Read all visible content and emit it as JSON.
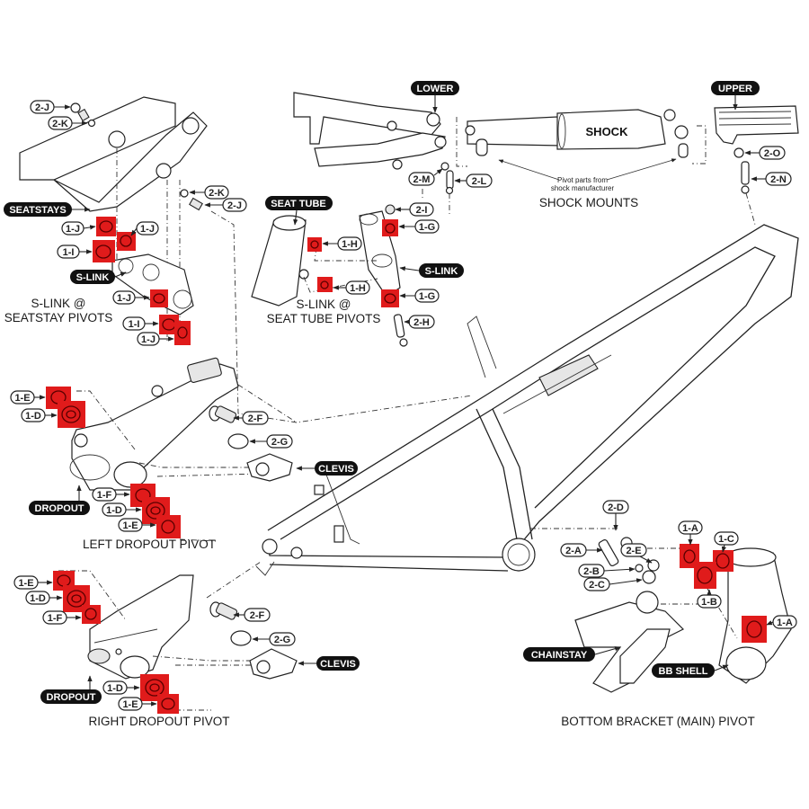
{
  "diagram": {
    "type": "exploded-parts-diagram",
    "subject": "Full-suspension bicycle frame pivot hardware",
    "accent_color": "#e01b1b",
    "section_titles": {
      "seatstay_pivots": [
        "S-LINK @",
        "SEATSTAY PIVOTS"
      ],
      "seat_tube_pivots": [
        "S-LINK @",
        "SEAT TUBE PIVOTS"
      ],
      "shock_mounts": "SHOCK MOUNTS",
      "left_dropout": "LEFT DROPOUT PIVOT",
      "right_dropout": "RIGHT DROPOUT PIVOT",
      "bottom_bracket": "BOTTOM BRACKET (MAIN) PIVOT"
    },
    "component_tags": {
      "seatstays": "SEATSTAYS",
      "slink_a": "S-LINK",
      "slink_b": "S-LINK",
      "seat_tube": "SEAT TUBE",
      "lower": "LOWER",
      "upper": "UPPER",
      "shock": "SHOCK",
      "dropout_left": "DROPOUT",
      "dropout_right": "DROPOUT",
      "clevis_left": "CLEVIS",
      "clevis_right": "CLEVIS",
      "chainstay": "CHAINSTAY",
      "bb_shell": "BB SHELL"
    },
    "notes": {
      "pivot_parts": [
        "Pivot parts from",
        "shock manufacturer"
      ]
    },
    "part_callouts": {
      "seatstay": [
        "2-J",
        "2-K",
        "2-K",
        "2-J",
        "1-J",
        "1-J",
        "1-I",
        "1-J",
        "1-I",
        "1-J"
      ],
      "seat_tube": [
        "2-I",
        "1-G",
        "1-H",
        "1-H",
        "1-G",
        "2-H"
      ],
      "shock": [
        "2-M",
        "2-L",
        "2-O",
        "2-N"
      ],
      "left_dropout": [
        "1-E",
        "1-D",
        "1-F",
        "1-D",
        "1-E",
        "2-F",
        "2-G"
      ],
      "right_dropout": [
        "1-E",
        "1-D",
        "1-F",
        "1-D",
        "1-E",
        "2-F",
        "2-G"
      ],
      "bottom_bracket": [
        "2-D",
        "2-A",
        "2-E",
        "2-B",
        "2-C",
        "1-A",
        "1-C",
        "1-B",
        "1-A"
      ]
    }
  }
}
